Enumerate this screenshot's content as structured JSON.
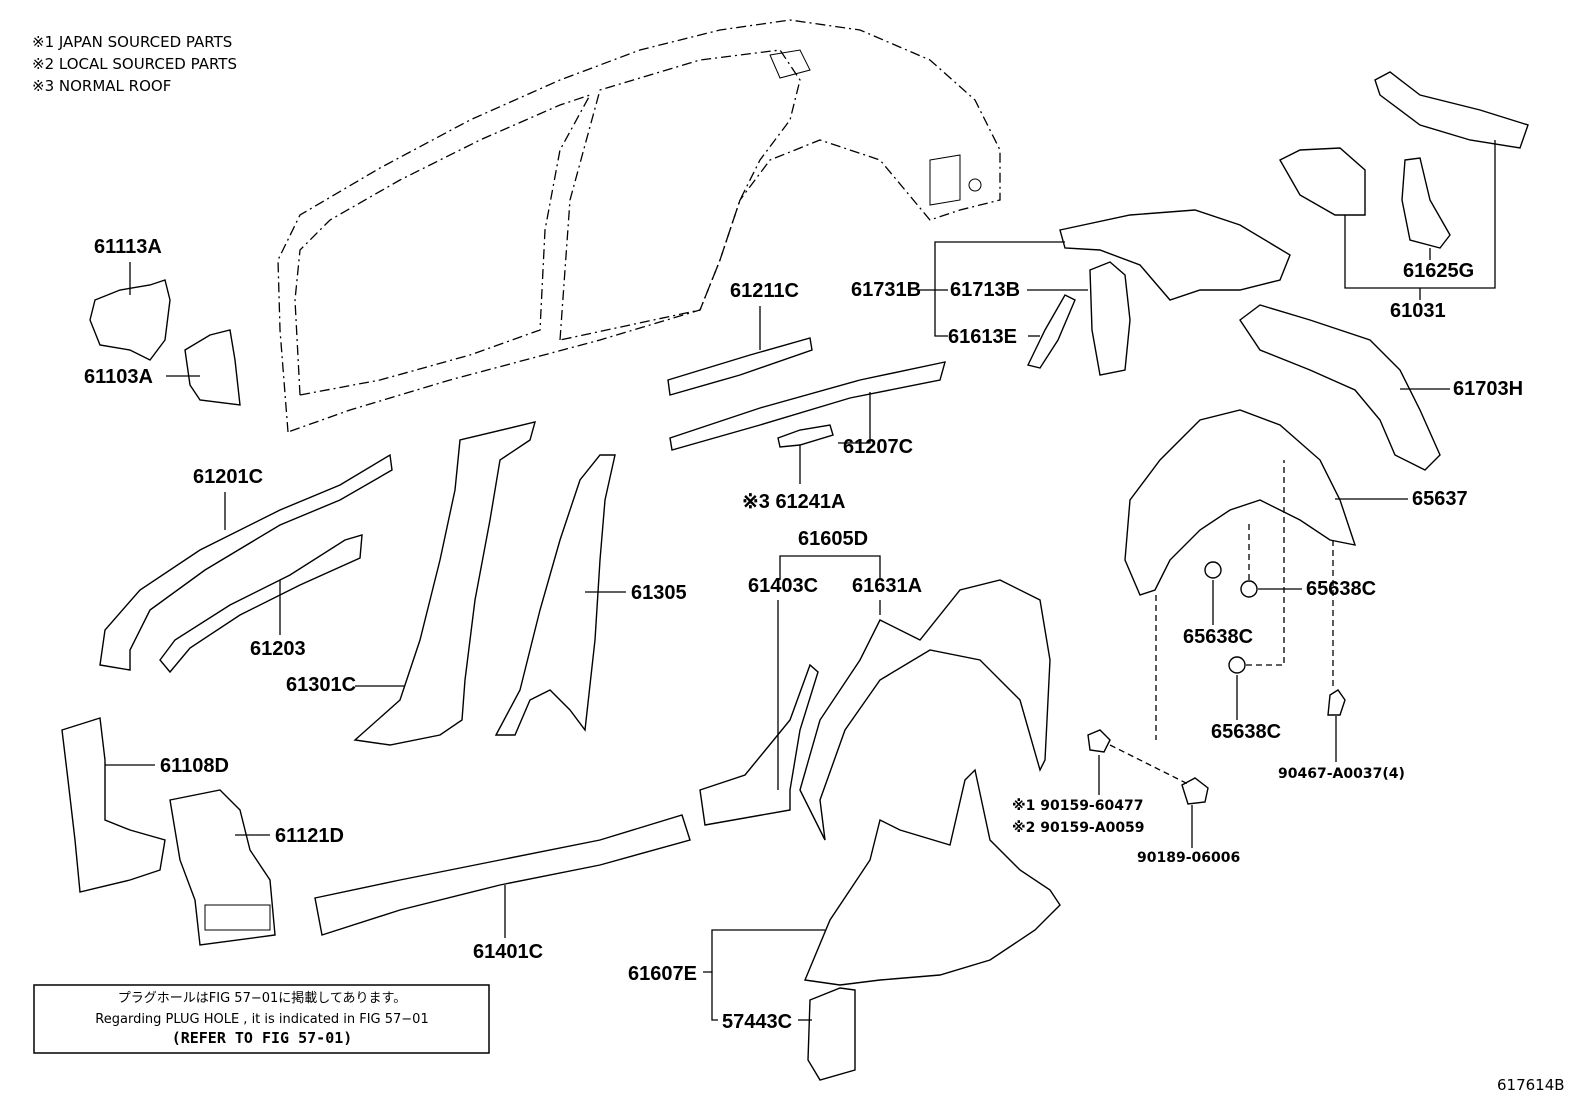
{
  "notes": [
    "※1 JAPAN SOURCED PARTS",
    "※2 LOCAL SOURCED PARTS",
    "※3 NORMAL ROOF"
  ],
  "labels": {
    "p61113A": "61113A",
    "p61103A": "61103A",
    "p61211C": "61211C",
    "p61207C": "61207C",
    "p61241A": "※3 61241A",
    "p61201C": "61201C",
    "p61203": "61203",
    "p61305": "61305",
    "p61301C": "61301C",
    "p61108D": "61108D",
    "p61121D": "61121D",
    "p61401C": "61401C",
    "p61605D": "61605D",
    "p61403C": "61403C",
    "p61631A": "61631A",
    "p61607E": "61607E",
    "p57443C": "57443C",
    "p61731B": "61731B",
    "p61713B": "61713B",
    "p61613E": "61613E",
    "p61625G": "61625G",
    "p61031": "61031",
    "p61703H": "61703H",
    "p65637": "65637",
    "p65638C_a": "65638C",
    "p65638C_b": "65638C",
    "p65638C_c": "65638C",
    "p90467": "90467-A0037(4)",
    "p90159_1": "※1 90159-60477",
    "p90159_2": "※2 90159-A0059",
    "p90189": "90189-06006"
  },
  "plug_hole_box": {
    "line1": "プラグホールはFIG 57−01に掲載してあります。",
    "line2": "Regarding  PLUG  HOLE , it is indicated in FIG  57−01",
    "line3": "(REFER TO FIG 57-01)"
  },
  "figure_id": "617614B"
}
